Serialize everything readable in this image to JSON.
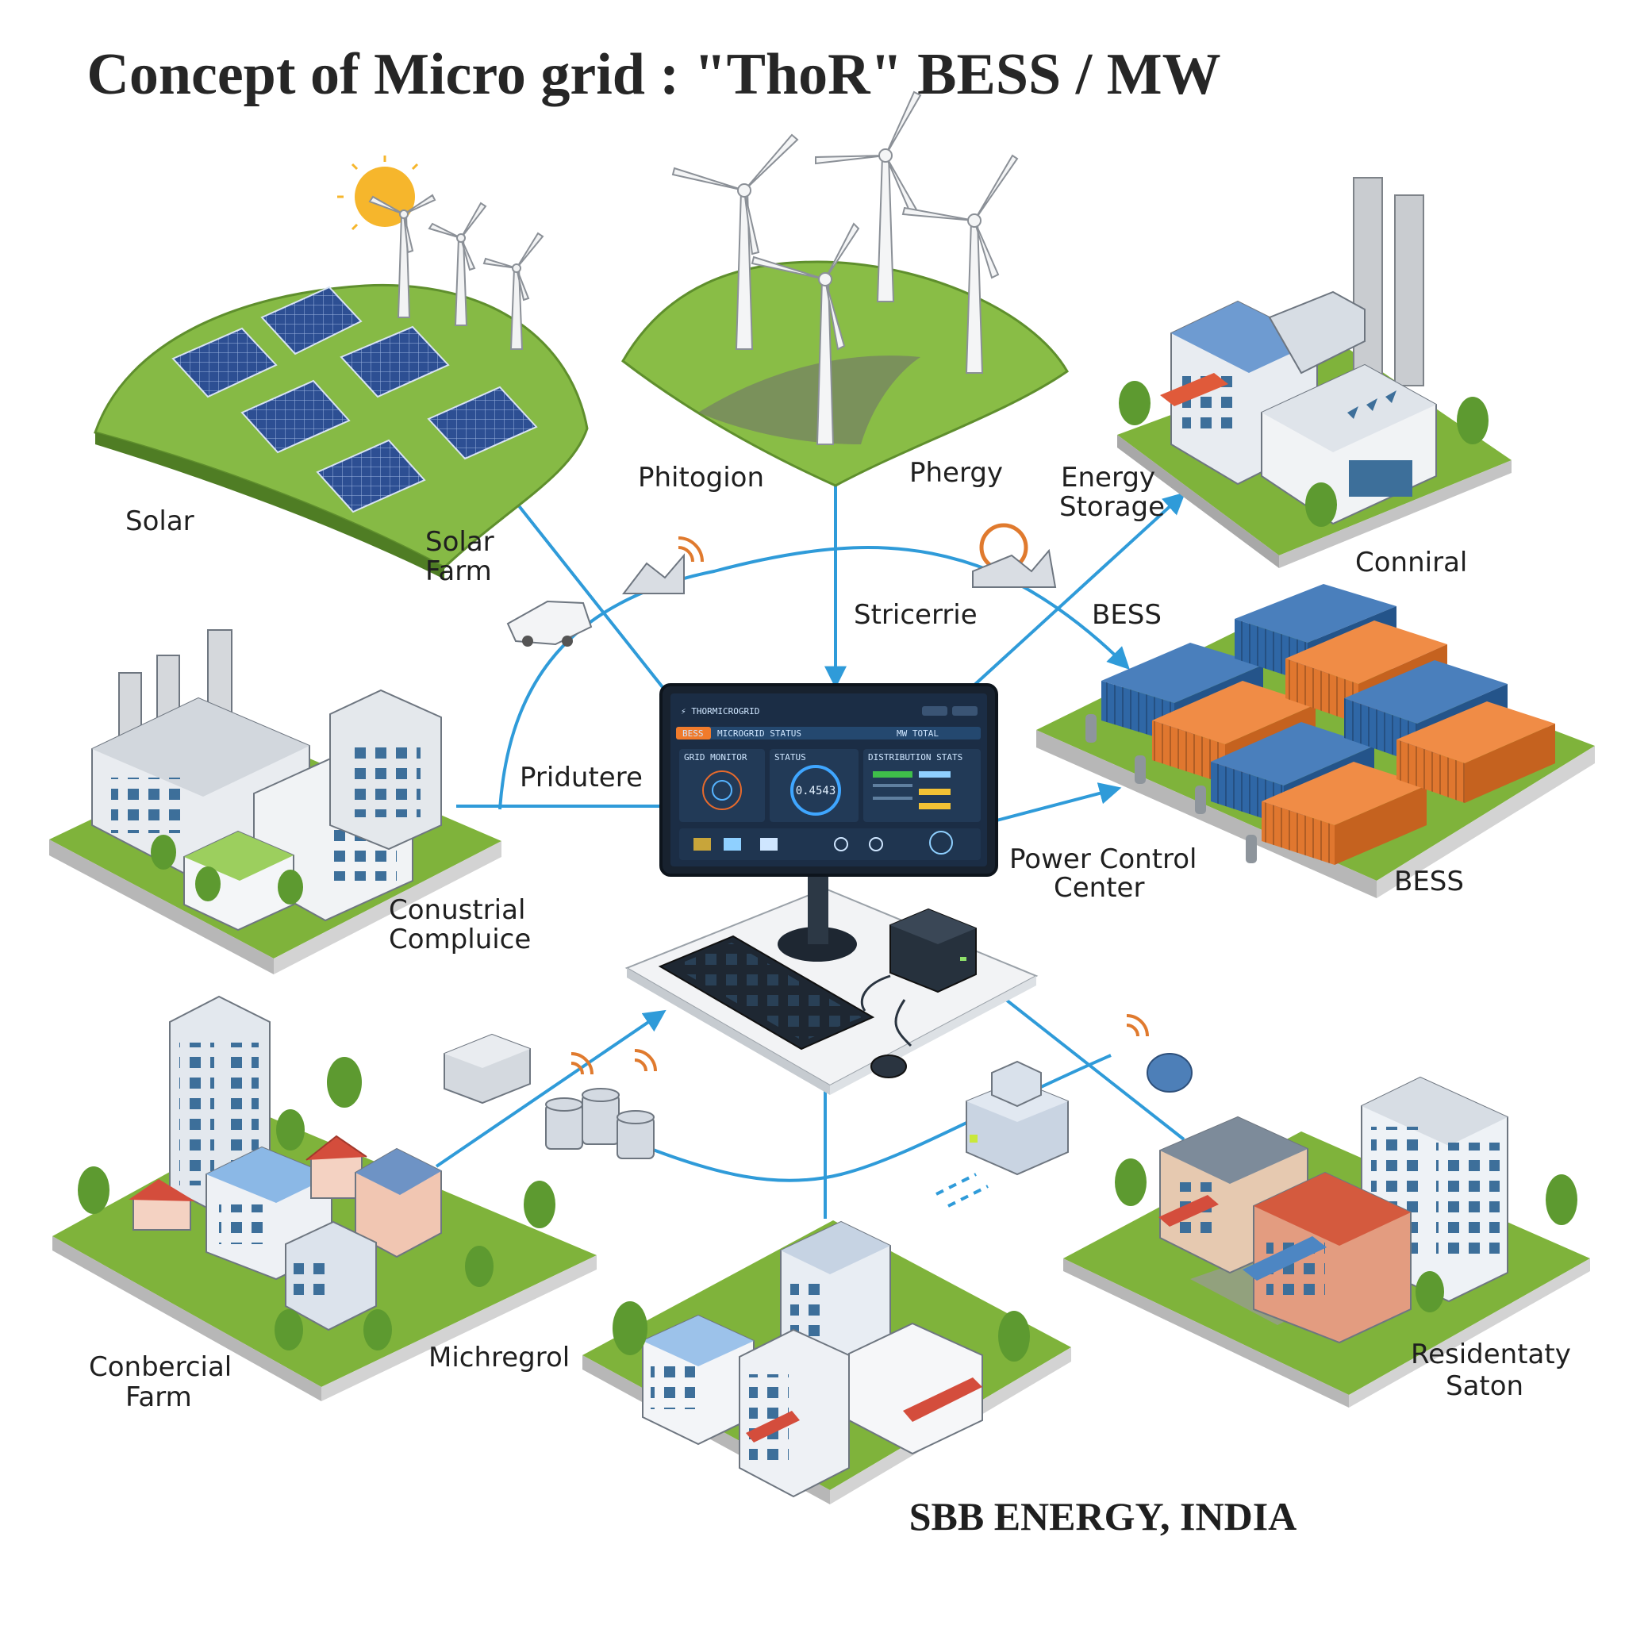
{
  "title": "Concept of Micro grid : \"ThoR\" BESS / MW",
  "footer": "SBB ENERGY, INDIA",
  "labels": {
    "solar": "Solar",
    "solar_farm_1": "Solar",
    "solar_farm_2": "Farm",
    "phitogion": "Phitogion",
    "phergy": "Phergy",
    "energy_storage_1": "Energy",
    "energy_storage_2": "Storage",
    "conniral": "Conniral",
    "stricerrie": "Stricerrie",
    "bess_top": "BESS",
    "pridutere": "Pridutere",
    "power_control_1": "Power Control",
    "power_control_2": "Center",
    "bess_bottom": "BESS",
    "conustrial_1": "Conustrial",
    "conustrial_2": "Compluice",
    "commercial_1": "Conbercial",
    "commercial_2": "Farm",
    "michregrol": "Michregrol",
    "residential_1": "Residentaty",
    "residential_2": "Saton"
  },
  "screen": {
    "header": "⚡ THORMICROGRID",
    "tab_active": "BESS",
    "tab_2": "MICROGRID STATUS",
    "tab_3": "MW TOTAL",
    "gauge_value": "0.4543",
    "panel_1_title": "GRID MONITOR",
    "panel_2_title": "STATUS",
    "panel_3_title": "DISTRIBUTION STATS"
  },
  "colors": {
    "connector": "#2f9bd9",
    "grass": "#7fb33b",
    "container_blue": "#2f67a6",
    "container_orange": "#e0772f",
    "screen_bg": "#1b2d45"
  }
}
